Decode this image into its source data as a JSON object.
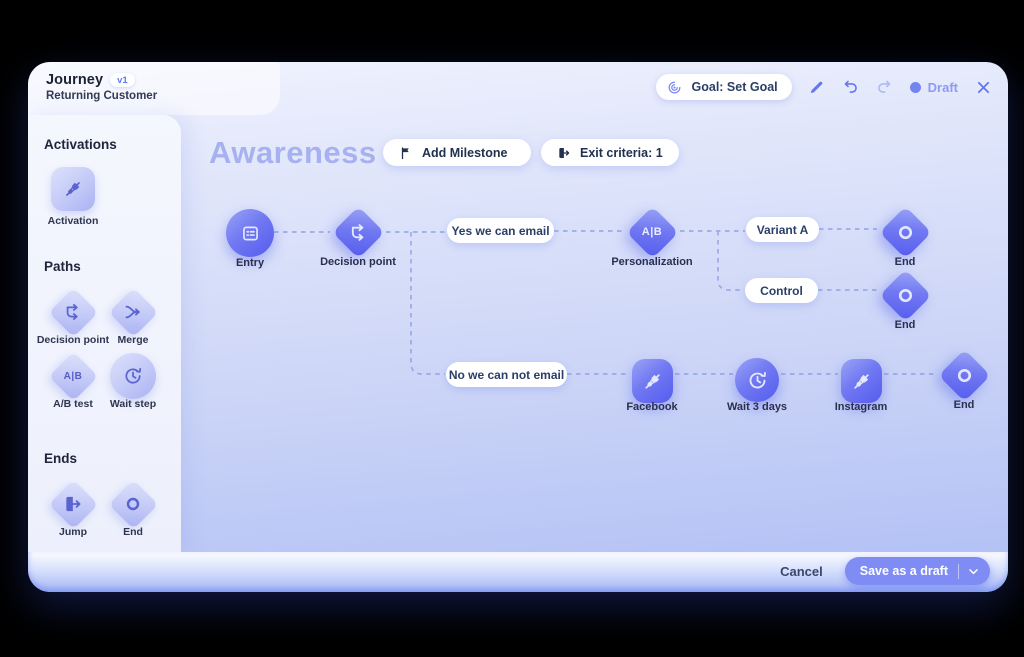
{
  "header": {
    "app_title": "Journey",
    "version_badge": "v1",
    "journey_name": "Returning Customer",
    "goal_pill_label": "Goal: Set Goal",
    "status_label": "Draft"
  },
  "sidebar": {
    "sections": [
      {
        "label": "Activations",
        "items": [
          {
            "label": "Activation",
            "icon": "plug-icon",
            "shape": "square"
          }
        ]
      },
      {
        "label": "Paths",
        "items": [
          {
            "label": "Decision point",
            "icon": "branch-arrows-icon",
            "shape": "diamond"
          },
          {
            "label": "Merge",
            "icon": "merge-arrows-icon",
            "shape": "diamond"
          },
          {
            "label": "A/B test",
            "icon": "ab-letters",
            "shape": "diamond",
            "icon_text": "A|B"
          },
          {
            "label": "Wait step",
            "icon": "clock-icon",
            "shape": "circle"
          }
        ]
      },
      {
        "label": "Ends",
        "items": [
          {
            "label": "Jump",
            "icon": "door-arrow-icon",
            "shape": "diamond"
          },
          {
            "label": "End",
            "icon": "ring-icon",
            "shape": "diamond"
          }
        ]
      }
    ]
  },
  "canvas": {
    "stage_title": "Awareness",
    "add_milestone_label": "Add Milestone",
    "exit_criteria_label": "Exit criteria: 1",
    "nodes": [
      {
        "label": "Entry",
        "shape": "circle",
        "icon": "form-icon"
      },
      {
        "label": "Decision point",
        "shape": "diamond",
        "icon": "branch-arrows-icon"
      },
      {
        "label": "Personalization",
        "shape": "diamond",
        "icon": "ab-letters",
        "icon_text": "A|B"
      },
      {
        "label": "End",
        "shape": "diamond",
        "icon": "ring-icon"
      },
      {
        "label": "End",
        "shape": "diamond",
        "icon": "ring-icon"
      },
      {
        "label": "Facebook",
        "shape": "square",
        "icon": "plug-icon"
      },
      {
        "label": "Wait 3 days",
        "shape": "circle",
        "icon": "clock-icon"
      },
      {
        "label": "Instagram",
        "shape": "square",
        "icon": "plug-icon"
      },
      {
        "label": "End",
        "shape": "diamond",
        "icon": "ring-icon"
      }
    ],
    "branch_labels": [
      {
        "label": "Yes we can email"
      },
      {
        "label": "Variant A"
      },
      {
        "label": "Control"
      },
      {
        "label": "No we can not email"
      }
    ]
  },
  "footer": {
    "cancel_label": "Cancel",
    "save_label": "Save as a draft"
  },
  "colors": {
    "accent": "#6673f0",
    "node_gradient_start": "#9ba4f6",
    "node_gradient_end": "#555cee",
    "status": "#7d8cf2",
    "pill_text": "#2b3f66",
    "canvas_top": "#eef1fd",
    "canvas_bottom": "#b5c2f5"
  }
}
